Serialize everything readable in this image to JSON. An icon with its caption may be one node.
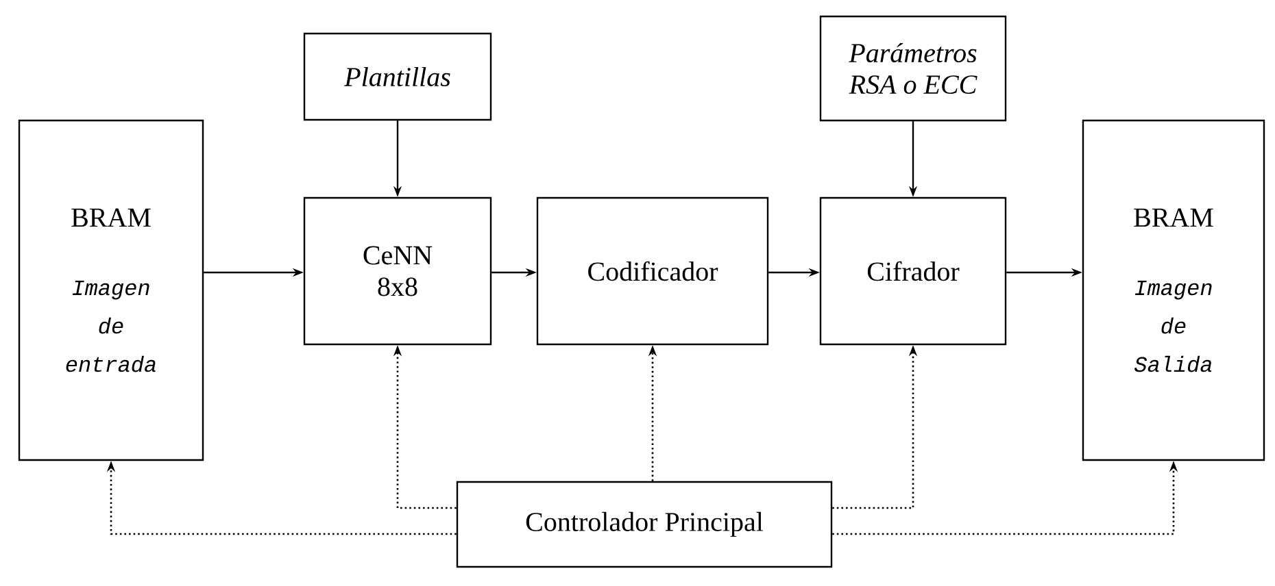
{
  "diagram": {
    "nodes": [
      {
        "text": [
          "BRAM",
          "Imagen de entrada"
        ]
      },
      {
        "text": [
          "Plantillas"
        ]
      },
      {
        "text": [
          "CeNN 8x8"
        ]
      },
      {
        "text": [
          "Codificador"
        ]
      },
      {
        "text": [
          "Parámetros RSA o ECC"
        ]
      },
      {
        "text": [
          "Cifrador"
        ]
      },
      {
        "text": [
          "BRAM",
          "Imagen de Salida"
        ]
      },
      {
        "text": [
          "Controlador Principal"
        ]
      }
    ],
    "edges": [
      {
        "from": 0,
        "to": 2,
        "arrow": "to"
      },
      {
        "from": 1,
        "to": 2,
        "arrow": "to"
      },
      {
        "from": 2,
        "to": 3,
        "arrow": "to"
      },
      {
        "from": 3,
        "to": 5,
        "arrow": "to"
      },
      {
        "from": 4,
        "to": 5,
        "arrow": "to"
      },
      {
        "from": 5,
        "to": 6,
        "arrow": "to"
      },
      {
        "from": 7,
        "to": 0,
        "arrow": "to",
        "style": "dashed"
      },
      {
        "from": 7,
        "to": 2,
        "arrow": "to",
        "style": "dashed"
      },
      {
        "from": 7,
        "to": 3,
        "arrow": "to",
        "style": "dashed"
      },
      {
        "from": 7,
        "to": 5,
        "arrow": "to",
        "style": "dashed"
      },
      {
        "from": 7,
        "to": 6,
        "arrow": "to",
        "style": "dashed"
      }
    ]
  }
}
